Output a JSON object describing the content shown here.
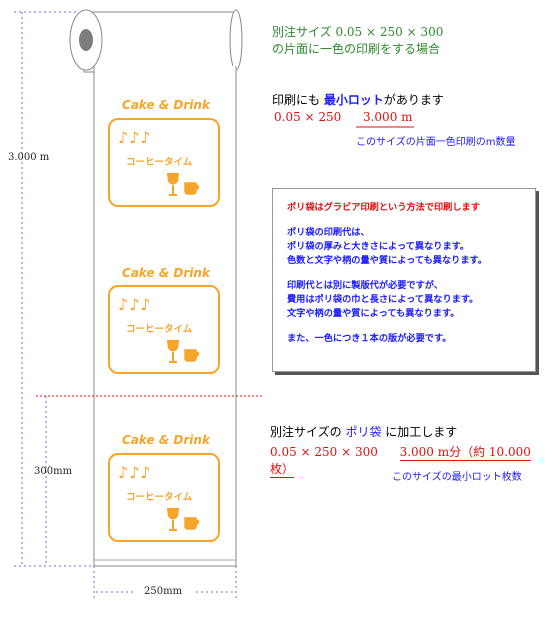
{
  "header": {
    "line1": "別注サイズ 0.05 × 250 × 300",
    "line2": "の片面に一色の印刷をする場合"
  },
  "min_lot": {
    "title_prefix": "印刷にも ",
    "title_highlight": "最小ロット",
    "title_suffix": "があります",
    "spec": "0.05 × 250",
    "amount": "3.000 m",
    "note": "このサイズの片面一色印刷のm数量"
  },
  "info_box": {
    "title": "ポリ袋はグラビア印刷という方法で印刷します",
    "para1": [
      "ポリ袋の印刷代は、",
      "ポリ袋の厚みと大きさによって異なります。",
      "色数と文字や柄の量や質によっても異なります。"
    ],
    "para2": [
      "印刷代とは別に製版代が必要ですが、",
      "費用はポリ袋の巾と長さによって異なります。",
      "文字や柄の量や質によっても異なります。"
    ],
    "para3": "また、一色につき１本の版が必要です。"
  },
  "order": {
    "title_prefix": "別注サイズの ",
    "title_highlight": "ポリ袋",
    "title_suffix": " に加工します",
    "spec": "0.05 × 250 × 300",
    "amount": "3.000 m分（約 10.000 枚）",
    "note": "このサイズの最小ロット枚数"
  },
  "dimensions": {
    "roll_length": "3.000 m",
    "bag_length": "300mm",
    "bag_width": "250mm"
  },
  "label": {
    "brand": "Cake & Drink",
    "notes": "♪♪♪",
    "product": "コーヒータイム"
  },
  "colors": {
    "accent_orange": "#f7a52a",
    "green": "#2e8b2e",
    "red": "#e01010",
    "blue": "#1a1aff"
  }
}
